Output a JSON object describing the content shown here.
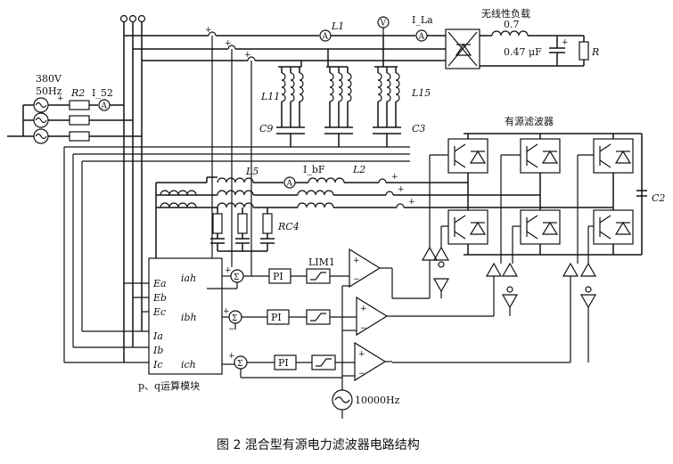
{
  "figure_caption": "图 2  混合型有源电力滤波器电路结构",
  "source": {
    "voltage": "380V",
    "frequency": "50Hz"
  },
  "nonlinear_load": {
    "title": "无线性负载",
    "inductance": "0.7",
    "capacitance": "0.47 μF",
    "resistor": "R"
  },
  "active_filter_title": "有源滤波器",
  "module_label": "p、q运算模块",
  "module_inputs": {
    "Ea": "Ea",
    "Eb": "Eb",
    "Ec": "Ec",
    "Ia": "Ia",
    "Ib": "Ib",
    "Ic": "Ic"
  },
  "module_outputs": {
    "iah": "iah",
    "ibh": "ibh",
    "ich": "ich"
  },
  "labels": {
    "R2": "R2",
    "I52": "I_52",
    "L1": "L1",
    "ILa": "I_La",
    "L11": "L11",
    "C9": "C9",
    "L15": "L15",
    "C3": "C3",
    "L5": "L5",
    "IbF": "I_bF",
    "L2": "L2",
    "RC4": "RC4",
    "C2": "C2",
    "PI": "PI",
    "LIM1": "LIM1",
    "carrier": "10000Hz",
    "meter_a": "A",
    "meter_v": "V",
    "sigma": "Σ"
  }
}
